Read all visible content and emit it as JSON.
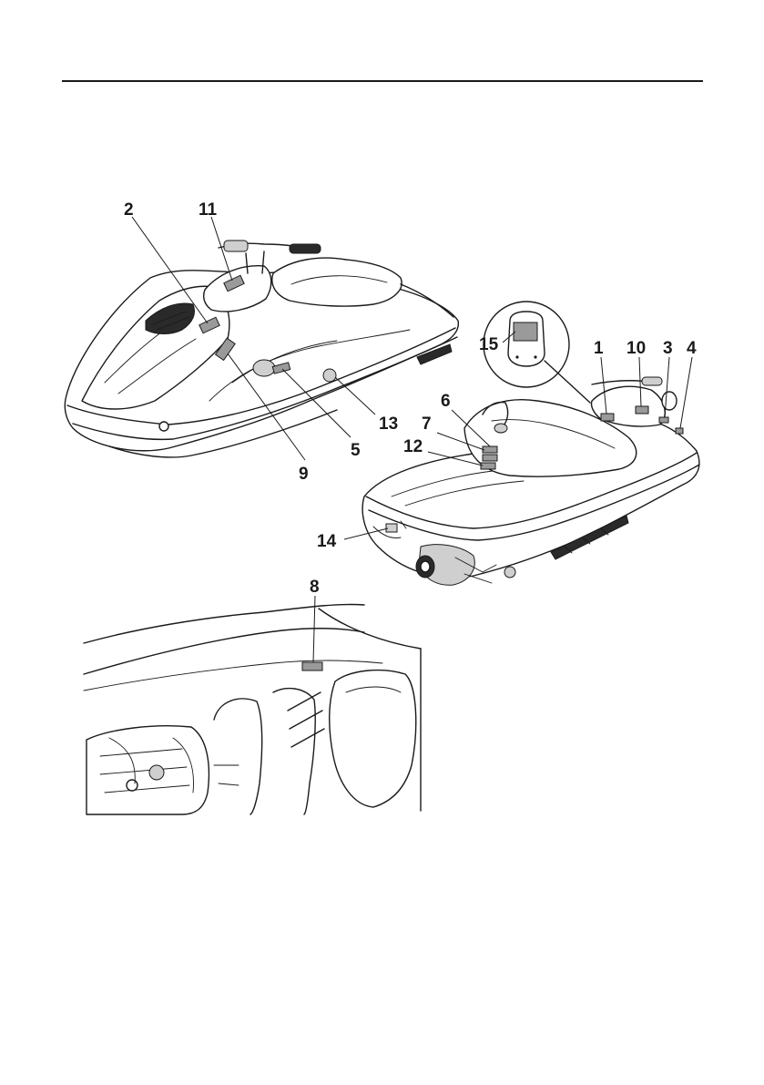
{
  "callouts": {
    "c1": "1",
    "c2": "2",
    "c3": "3",
    "c4": "4",
    "c5": "5",
    "c6": "6",
    "c7": "7",
    "c8": "8",
    "c9": "9",
    "c10": "10",
    "c11": "11",
    "c12": "12",
    "c13": "13",
    "c14": "14",
    "c15": "15"
  },
  "colors": {
    "line": "#1a1a1a",
    "label_patch": "#9a9a9a"
  }
}
